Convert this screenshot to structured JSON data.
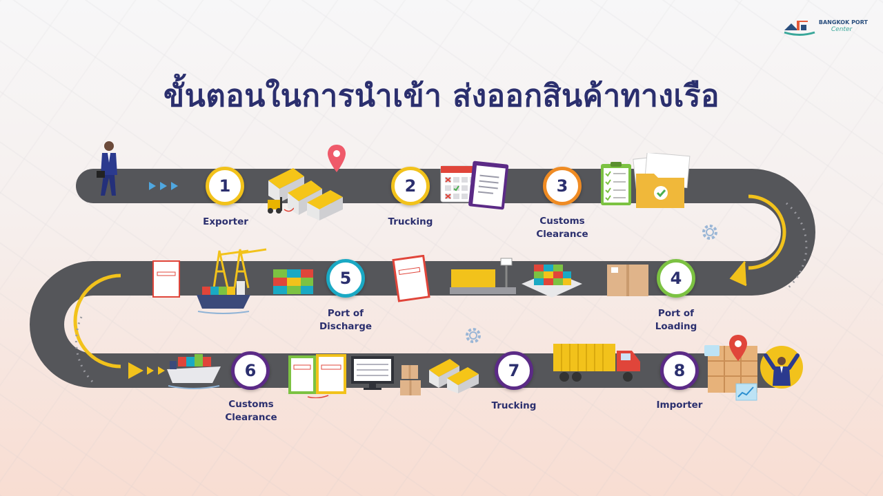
{
  "title": "ขั้นตอนในการนำเข้า ส่งออกสินค้าทางเรือ",
  "logo": {
    "line1": "BANGKOK PORT",
    "line2": "Center"
  },
  "steps": [
    {
      "number": "1",
      "label": "Exporter",
      "color": "#f2c21b"
    },
    {
      "number": "2",
      "label": "Trucking",
      "color": "#f2c21b"
    },
    {
      "number": "3",
      "label": "Customs\nClearance",
      "color": "#ef8b23"
    },
    {
      "number": "4",
      "label": "Port of\nLoading",
      "color": "#7cc242"
    },
    {
      "number": "5",
      "label": "Port of\nDischarge",
      "color": "#1aa9c4"
    },
    {
      "number": "6",
      "label": "Customs\nClearance",
      "color": "#5b2a86"
    },
    {
      "number": "7",
      "label": "Trucking",
      "color": "#5b2a86"
    },
    {
      "number": "8",
      "label": "Importer",
      "color": "#5b2a86"
    }
  ],
  "colors": {
    "road": "#55565a",
    "arrow": "#f2c21b",
    "title": "#2b2f6e"
  },
  "icons": [
    "businessman-icon",
    "warehouse-icon",
    "location-pin-icon",
    "calendar-icon",
    "clipboard-icon",
    "checklist-icon",
    "folder-icon",
    "cardboard-box-icon",
    "container-yard-icon",
    "scale-icon",
    "document-icon",
    "containers-icon",
    "cargo-ship-icon",
    "port-crane-icon",
    "computer-icon",
    "truck-icon",
    "celebrating-person-icon",
    "gear-icon"
  ]
}
